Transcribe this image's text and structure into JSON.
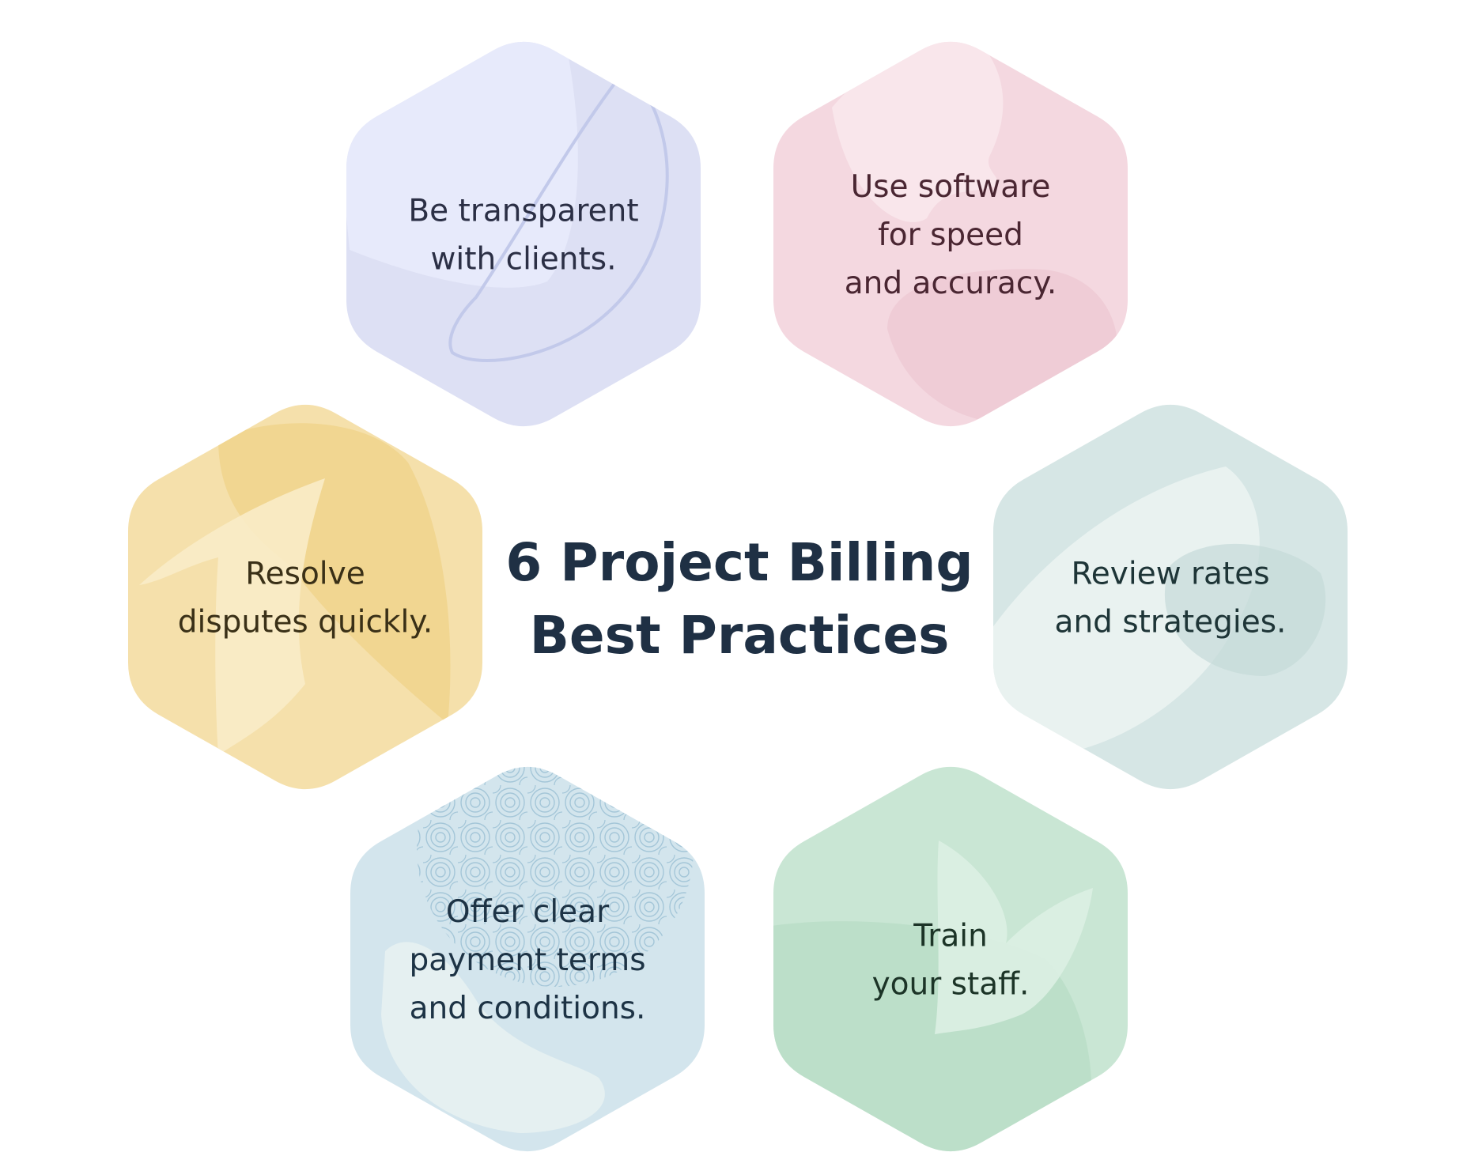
{
  "title": {
    "line1": "6 Project Billing",
    "line2": "Best Practices",
    "color": "#1f3044"
  },
  "practices": [
    {
      "id": "transparent",
      "lines": [
        "Be transparent",
        "with clients."
      ],
      "fill": "#dde0f4",
      "accent": "#e9ebfb",
      "stroke": "#c2c9ea",
      "text_color": "#2b2f45"
    },
    {
      "id": "software",
      "lines": [
        "Use software",
        "for speed",
        "and accuracy."
      ],
      "fill": "#f4d8e0",
      "accent": "#f9e8ec",
      "stroke": "#ebc4cf",
      "text_color": "#4a2632"
    },
    {
      "id": "rates",
      "lines": [
        "Review rates",
        "and strategies."
      ],
      "fill": "#d6e6e5",
      "accent": "#ecf3f2",
      "stroke": "#c4dad9",
      "text_color": "#1e3537"
    },
    {
      "id": "staff",
      "lines": [
        "Train",
        "your staff."
      ],
      "fill": "#c9e6d4",
      "accent": "#dcf0e3",
      "stroke": "#b6dbc4",
      "text_color": "#1c3427"
    },
    {
      "id": "payment",
      "lines": [
        "Offer clear",
        "payment terms",
        "and conditions."
      ],
      "fill": "#d3e5ed",
      "accent": "#e7f1f1",
      "stroke": "#a7cadb",
      "text_color": "#1d3345"
    },
    {
      "id": "disputes",
      "lines": [
        "Resolve",
        "disputes quickly."
      ],
      "fill": "#f5e0ab",
      "accent": "#f9ecc8",
      "stroke": "#efd286",
      "text_color": "#3a3017"
    }
  ]
}
